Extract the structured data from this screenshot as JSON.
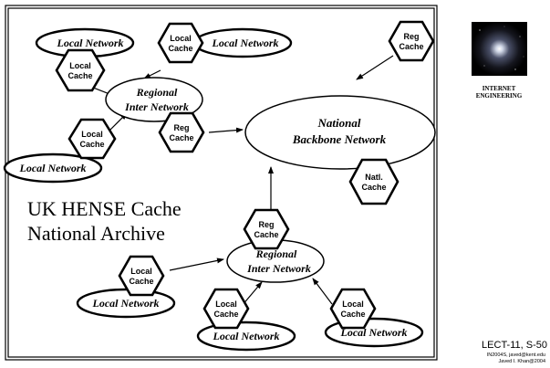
{
  "diagram": {
    "local_network_label": "Local Network",
    "local_cache_line1": "Local",
    "local_cache_line2": "Cache",
    "reg_cache_line1": "Reg",
    "reg_cache_line2": "Cache",
    "regional_line1": "Regional",
    "regional_line2": "Inter Network",
    "national_line1": "National",
    "national_line2": "Backbone Network",
    "natl_cache_line1": "Natl.",
    "natl_cache_line2": "Cache",
    "title_line1": "UK HENSE Cache",
    "title_line2": "National Archive"
  },
  "sidebar": {
    "label_line1": "INTERNET",
    "label_line2": "ENGINEERING"
  },
  "footer": {
    "slide_id": "LECT-11, S-50",
    "course": "IN2004S, javed@kent.edu",
    "author": "Javed I. Khan@2004"
  }
}
